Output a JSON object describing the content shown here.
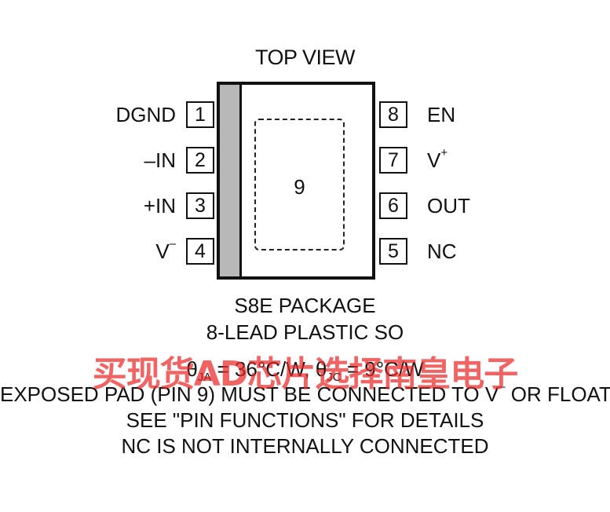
{
  "title": "TOP VIEW",
  "exposed_pad_number": "9",
  "pins_left": [
    {
      "num": "1",
      "name": "DGND",
      "sup": ""
    },
    {
      "num": "2",
      "name": "–IN",
      "sup": ""
    },
    {
      "num": "3",
      "name": "+IN",
      "sup": ""
    },
    {
      "num": "4",
      "name": "V",
      "sup": "–"
    }
  ],
  "pins_right": [
    {
      "num": "8",
      "name": "EN",
      "sup": ""
    },
    {
      "num": "7",
      "name": "V",
      "sup": "+"
    },
    {
      "num": "6",
      "name": "OUT",
      "sup": ""
    },
    {
      "num": "5",
      "name": "NC",
      "sup": ""
    }
  ],
  "package_line1": "S8E PACKAGE",
  "package_line2": "8-LEAD PLASTIC SO",
  "thermal": {
    "theta": "θ",
    "ja_sub": "JA",
    "ja_val": " = 36°C/W, ",
    "jc_sub": "JC",
    "jc_val": " = 9°C/W"
  },
  "note_exposed": {
    "before": "EXPOSED PAD (PIN 9) MUST BE CONNECTED TO V",
    "sup": "–",
    "after": " OR FLOATED"
  },
  "note_pinfunc": "SEE \"PIN FUNCTIONS\" FOR DETAILS",
  "note_nc": "NC IS NOT INTERNALLY CONNECTED",
  "watermark": "买现货AD芯片选择南皇电子",
  "colors": {
    "outline": "#111111",
    "bar": "#b8b8b8",
    "watermark": "#eb2828"
  }
}
